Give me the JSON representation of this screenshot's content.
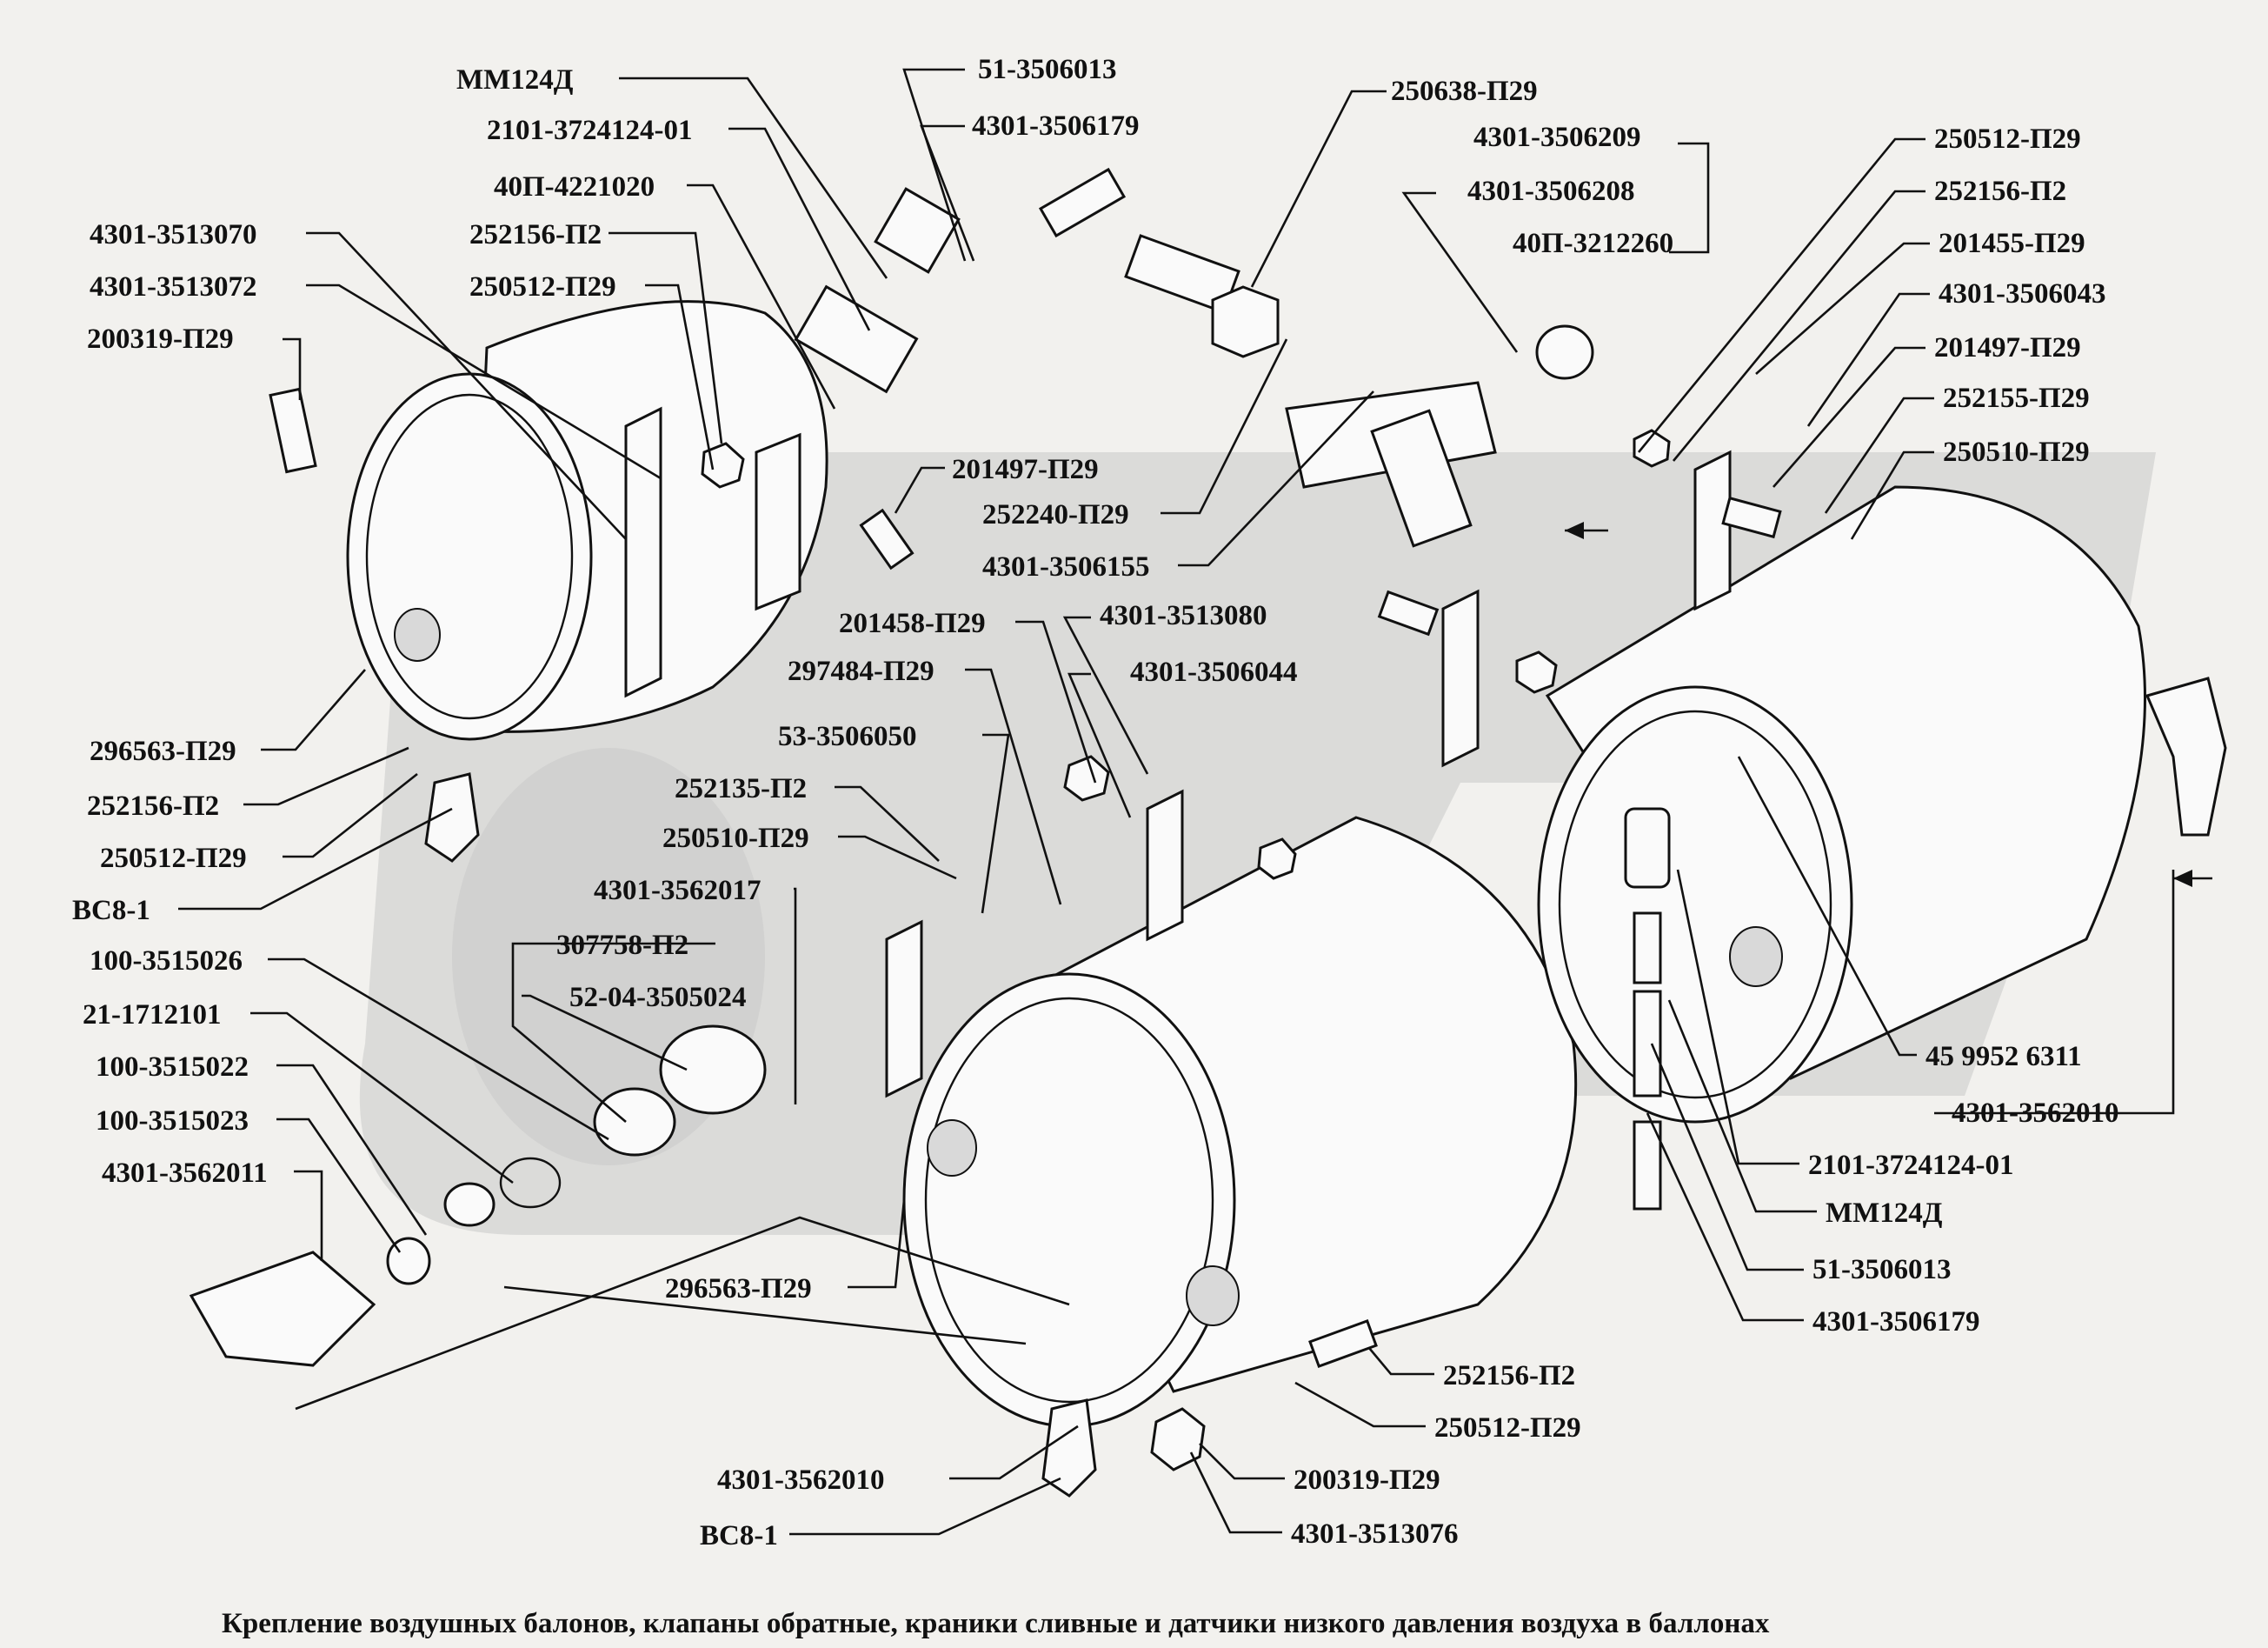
{
  "diagram": {
    "caption": "Крепление воздушных балонов, клапаны обратные, краники сливные и  датчики низкого  давления воздуха   в баллонах",
    "labels_left": [
      "ММ124Д",
      "51-3506013",
      "2101-3724124-01",
      "4301-3506179",
      "40П-4221020",
      "4301-3513070",
      "252156-П2",
      "4301-3513072",
      "250512-П29",
      "200319-П29",
      "201497-П29",
      "252240-П29",
      "4301-3506155",
      "201458-П29",
      "4301-3513080",
      "297484-П29",
      "4301-3506044",
      "53-3506050",
      "252135-П2",
      "250510-П29",
      "4301-3562017",
      "307758-П2",
      "52-04-3505024",
      "296563-П29",
      "252156-П2",
      "250512-П29",
      "ВС8-1",
      "100-3515026",
      "21-1712101",
      "100-3515022",
      "100-3515023",
      "4301-3562011",
      "296563-П29",
      "4301-3562010",
      "ВС8-1"
    ],
    "labels_right": [
      "250638-П29",
      "4301-3506209",
      "4301-3506208",
      "40П-3212260",
      "250512-П29",
      "252156-П2",
      "201455-П29",
      "4301-3506043",
      "201497-П29",
      "252155-П29",
      "250510-П29",
      "45 9952 6311",
      "4301-3562010",
      "2101-3724124-01",
      "ММ124Д",
      "51-3506013",
      "4301-3506179",
      "252156-П2",
      "250512-П29",
      "200319-П29",
      "4301-3513076"
    ],
    "arrows": [
      "flow-arrow",
      "flow-arrow"
    ],
    "icons": [
      "air-tank",
      "check-valve",
      "drain-cock",
      "pressure-sensor",
      "bolt",
      "nut",
      "washer"
    ]
  }
}
